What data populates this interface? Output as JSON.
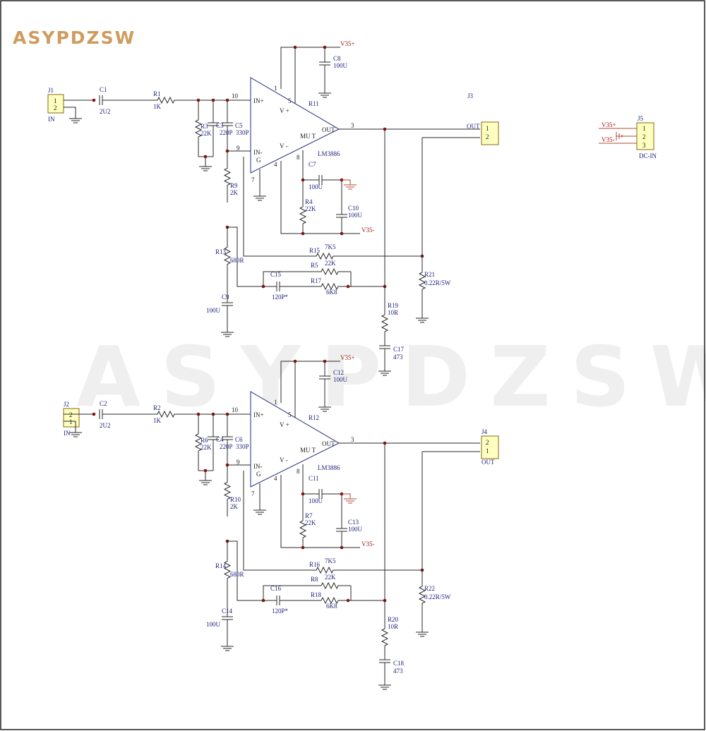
{
  "brand": {
    "logo": "ASYPDZSW",
    "watermark": "ASYPDZSW"
  },
  "colors": {
    "wire": "#2a2a2a",
    "label": "#1a1f7a",
    "net": "#a01818",
    "connector_fill": "#ffffc0",
    "logo": "#cf9c5e"
  },
  "power_connector": {
    "ref": "J5",
    "name": "DC-IN",
    "pins": [
      "1",
      "2",
      "3"
    ],
    "nets": [
      "V35+",
      "V35-"
    ]
  },
  "channels": [
    {
      "input": {
        "ref": "J1",
        "name": "IN",
        "pins": [
          "1",
          "2"
        ]
      },
      "output": {
        "ref": "J3",
        "name": "OUT",
        "pins": [
          "1",
          "2"
        ],
        "net": "OUT"
      },
      "chip": {
        "name": "LM3886",
        "in_plus": "IN+",
        "in_minus": "IN-",
        "out": "OUT",
        "vplus": "V +",
        "vminus": "V -",
        "mute": "MU T",
        "gnd": "G",
        "pins": {
          "p10": "10",
          "p9": "9",
          "p1": "1",
          "p5": "5",
          "p4": "4",
          "p7": "7",
          "p8": "8",
          "p3": "3"
        }
      },
      "rails": {
        "pos": "V35+",
        "neg": "V35-"
      },
      "c_in": {
        "ref": "C1",
        "value": "2U2"
      },
      "r_in": {
        "ref": "R1",
        "value": "1K"
      },
      "r_bias": {
        "ref": "R3",
        "value": "22K"
      },
      "c_a": {
        "ref": "C3",
        "value": "220P"
      },
      "c_b": {
        "ref": "C5",
        "value": "330P"
      },
      "c_dec": {
        "ref": "C8",
        "value": "100U"
      },
      "r_top": {
        "ref": "R11"
      },
      "r_fb": {
        "ref": "R9",
        "value": "2K"
      },
      "r_gnd": {
        "ref": "R13",
        "value": "680R"
      },
      "c_fb": {
        "ref": "C9",
        "value": "100U"
      },
      "c_mute": {
        "ref": "C7",
        "value": "100U"
      },
      "r_mute": {
        "ref": "R4",
        "value": "22K"
      },
      "c_neg": {
        "ref": "C10",
        "value": "100U"
      },
      "r_long": {
        "ref": "R15",
        "value": "7K5"
      },
      "r_mid": {
        "ref": "R5",
        "value": "22K"
      },
      "c_comp": {
        "ref": "C15",
        "value": "120P*"
      },
      "r_comp": {
        "ref": "R17",
        "value": "6K8"
      },
      "r_out": {
        "ref": "R21",
        "value": "0.22R/5W"
      },
      "r_zob": {
        "ref": "R19",
        "value": "10R"
      },
      "c_zob": {
        "ref": "C17",
        "value": "473"
      }
    },
    {
      "input": {
        "ref": "J2",
        "name": "IN",
        "pins": [
          "2",
          "1"
        ]
      },
      "output": {
        "ref": "J4",
        "name": "OUT",
        "pins": [
          "2",
          "1"
        ],
        "net": ""
      },
      "chip": {
        "name": "LM3886",
        "in_plus": "IN+",
        "in_minus": "IN-",
        "out": "OUT",
        "vplus": "V +",
        "vminus": "V -",
        "mute": "MU T",
        "gnd": "G",
        "pins": {
          "p10": "10",
          "p9": "9",
          "p1": "1",
          "p5": "5",
          "p4": "4",
          "p7": "7",
          "p8": "8",
          "p3": "3"
        }
      },
      "rails": {
        "pos": "V35+",
        "neg": "V35-"
      },
      "c_in": {
        "ref": "C2",
        "value": "2U2"
      },
      "r_in": {
        "ref": "R2",
        "value": "1K"
      },
      "r_bias": {
        "ref": "R6",
        "value": "22K"
      },
      "c_a": {
        "ref": "C4",
        "value": "220P"
      },
      "c_b": {
        "ref": "C6",
        "value": "330P"
      },
      "c_dec": {
        "ref": "C12",
        "value": "100U"
      },
      "r_top": {
        "ref": "R12"
      },
      "r_fb": {
        "ref": "R10",
        "value": "2K"
      },
      "r_gnd": {
        "ref": "R14",
        "value": "680R"
      },
      "c_fb": {
        "ref": "C14",
        "value": "100U"
      },
      "c_mute": {
        "ref": "C11",
        "value": "100U"
      },
      "r_mute": {
        "ref": "R7",
        "value": "22K"
      },
      "c_neg": {
        "ref": "C13",
        "value": "100U"
      },
      "r_long": {
        "ref": "R16",
        "value": "7K5"
      },
      "r_mid": {
        "ref": "R8",
        "value": "22K"
      },
      "c_comp": {
        "ref": "C16",
        "value": "120P*"
      },
      "r_comp": {
        "ref": "R18",
        "value": "6K8"
      },
      "r_out": {
        "ref": "R22",
        "value": "0.22R/5W"
      },
      "r_zob": {
        "ref": "R20",
        "value": "10R"
      },
      "c_zob": {
        "ref": "C18",
        "value": "473"
      }
    }
  ]
}
